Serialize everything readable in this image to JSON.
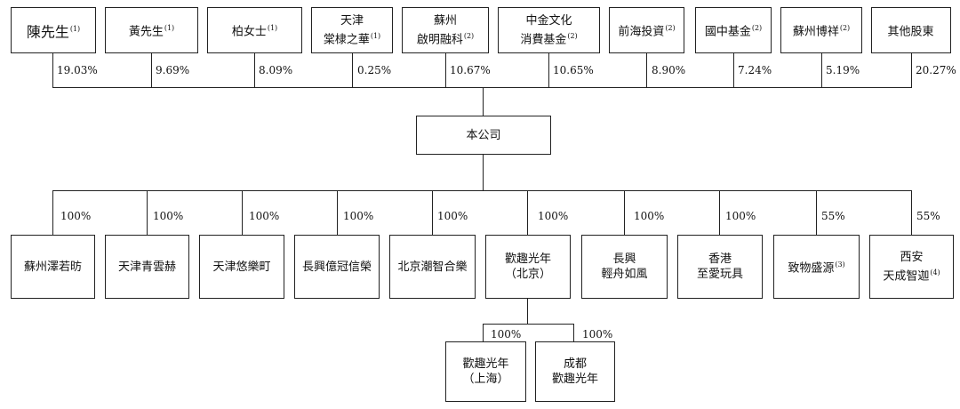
{
  "shareholders": [
    {
      "name": "陳先生",
      "note": "(1)",
      "pct": "19.03%"
    },
    {
      "name": "黃先生",
      "note": "(1)",
      "pct": "9.69%"
    },
    {
      "name": "柏女士",
      "note": "(1)",
      "pct": "8.09%"
    },
    {
      "line1": "天津",
      "line2": "棠棣之華",
      "note": "(1)",
      "pct": "0.25%"
    },
    {
      "line1": "蘇州",
      "line2": "啟明融科",
      "note": "(2)",
      "pct": "10.67%"
    },
    {
      "line1": "中金文化",
      "line2": "消費基金",
      "note": "(2)",
      "pct": "10.65%"
    },
    {
      "name": "前海投資",
      "note": "(2)",
      "pct": "8.90%"
    },
    {
      "name": "國中基金",
      "note": "(2)",
      "pct": "7.24%"
    },
    {
      "name": "蘇州博祥",
      "note": "(2)",
      "pct": "5.19%"
    },
    {
      "name": "其他股東",
      "note": "",
      "pct": "20.27%"
    }
  ],
  "company": "本公司",
  "subsidiaries": [
    {
      "name": "蘇州澤若昉",
      "pct": "100%"
    },
    {
      "name": "天津青雲赫",
      "pct": "100%"
    },
    {
      "name": "天津悠樂町",
      "pct": "100%"
    },
    {
      "name": "長興億冠信榮",
      "pct": "100%"
    },
    {
      "name": "北京潮智合樂",
      "pct": "100%"
    },
    {
      "line1": "歡趣光年",
      "line2": "（北京）",
      "pct": "100%"
    },
    {
      "line1": "長興",
      "line2": "輕舟如風",
      "pct": "100%"
    },
    {
      "line1": "香港",
      "line2": "至愛玩具",
      "pct": "100%"
    },
    {
      "name": "致物盛源",
      "note": "(3)",
      "pct": "55%"
    },
    {
      "line1": "西安",
      "line2": "天成智迦",
      "note": "(4)",
      "pct": "55%"
    }
  ],
  "grandchildren": [
    {
      "line1": "歡趣光年",
      "line2": "（上海）",
      "pct": "100%"
    },
    {
      "line1": "成都",
      "line2": "歡趣光年",
      "pct": "100%"
    }
  ]
}
